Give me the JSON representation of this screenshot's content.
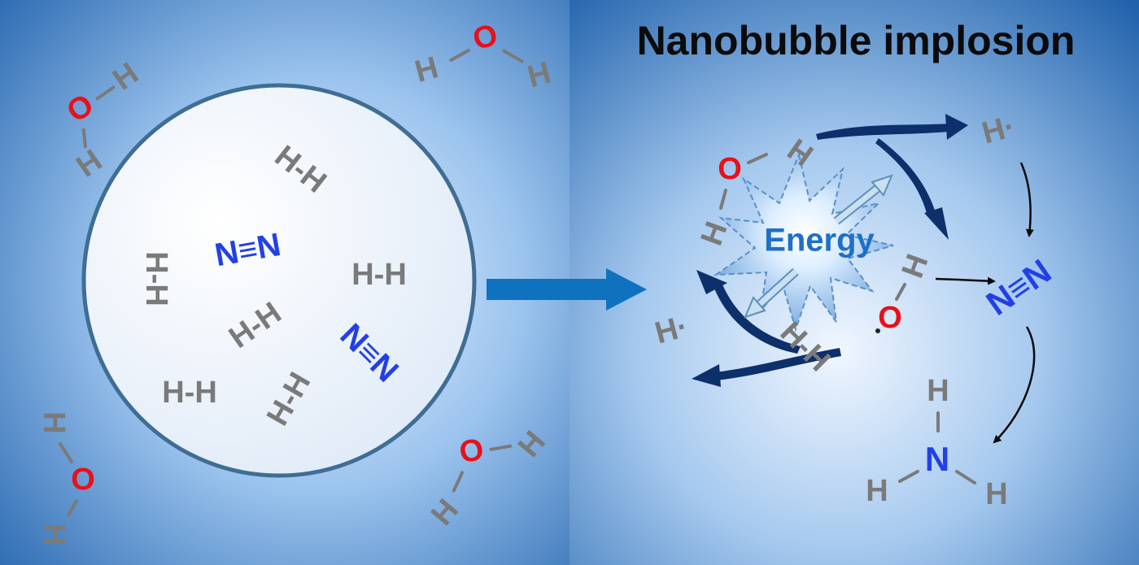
{
  "title": "Nanobubble implosion",
  "energy_label": "Energy",
  "atoms": {
    "H": "H",
    "O": "O",
    "N": "N"
  },
  "hh_label": "H-H",
  "n2_label": "N≡N",
  "hydrogen_radical": "H·",
  "colors": {
    "background_edge": "#1f5fa8",
    "background_center": "#eaf3ff",
    "bubble_fill": "#eef4fc",
    "bubble_stroke": "#3f6d94",
    "arrow_blue": "#0f72bf",
    "curved_arrow": "#0d2f6b",
    "hydrogen_gray": "#7a7a7a",
    "oxygen_red": "#e8101a",
    "nitrogen_blue": "#2340e6",
    "energy_text": "#1f6fc8"
  }
}
